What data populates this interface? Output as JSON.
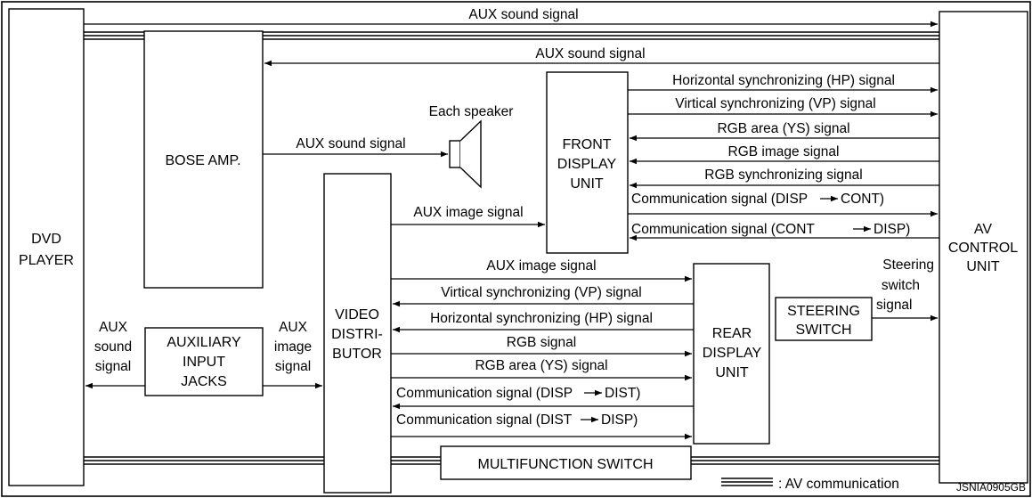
{
  "blocks": {
    "dvd_player": [
      "DVD",
      "PLAYER"
    ],
    "bose_amp": [
      "BOSE AMP."
    ],
    "front_display": [
      "FRONT",
      "DISPLAY",
      "UNIT"
    ],
    "av_control": [
      "AV",
      "CONTROL",
      "UNIT"
    ],
    "video_distributor": [
      "VIDEO",
      "DISTRI-",
      "BUTOR"
    ],
    "aux_jacks": [
      "AUXILIARY",
      "INPUT",
      "JACKS"
    ],
    "rear_display": [
      "REAR",
      "DISPLAY",
      "UNIT"
    ],
    "steering_switch": [
      "STEERING",
      "SWITCH"
    ],
    "multifunction_switch": [
      "MULTIFUNCTION SWITCH"
    ]
  },
  "labels": {
    "aux_sound_top": "AUX sound signal",
    "aux_sound_2": "AUX sound signal",
    "aux_sound_speaker": "AUX sound signal",
    "each_speaker": "Each speaker",
    "hp_front": "Horizontal synchronizing (HP) signal",
    "vp_front": "Virtical synchronizing (VP) signal",
    "ys_front": "RGB area (YS) signal",
    "rgb_image": "RGB image signal",
    "rgb_sync": "RGB synchronizing signal",
    "comm_disp_cont": "Communication signal (DISP",
    "cont_suffix": "CONT)",
    "comm_cont_disp": "Communication signal (CONT",
    "disp_suffix_1": "DISP)",
    "aux_image_front": "AUX image signal",
    "aux_image_rear": "AUX image signal",
    "vp_rear": "Virtical synchronizing (VP) signal",
    "hp_rear": "Horizontal synchronizing (HP) signal",
    "rgb_signal": "RGB signal",
    "ys_rear": "RGB area (YS) signal",
    "comm_disp_dist": "Communication signal (DISP",
    "dist_suffix": "DIST)",
    "comm_dist_disp": "Communication signal (DIST",
    "disp_suffix_2": "DISP)",
    "aux_sound_left": [
      "AUX",
      "sound",
      "signal"
    ],
    "aux_image_left": [
      "AUX",
      "image",
      "signal"
    ],
    "steering_signal": [
      "Steering",
      "switch",
      "signal"
    ]
  },
  "legend": {
    "text": ": AV communication"
  },
  "figure_id": "JSNIA0905GB"
}
